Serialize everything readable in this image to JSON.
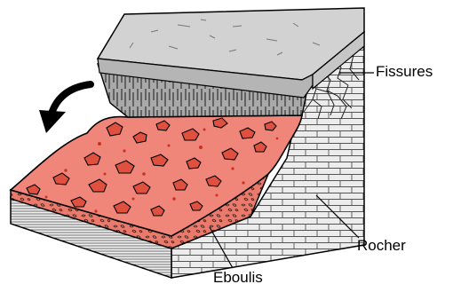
{
  "labels": {
    "fissures": "Fissures",
    "rocher": "Rocher",
    "eboulis": "Eboulis"
  },
  "colors": {
    "slab_top": "#cfcfcf",
    "slab_face": "#9a9a9a",
    "block_side": "#e2e2e2",
    "scree_red": "#f06b5a",
    "scree_dark": "#c83220",
    "soil_side": "#e97064",
    "outline": "#000000"
  },
  "icons": {
    "arrow": "curved-arrow-icon"
  }
}
